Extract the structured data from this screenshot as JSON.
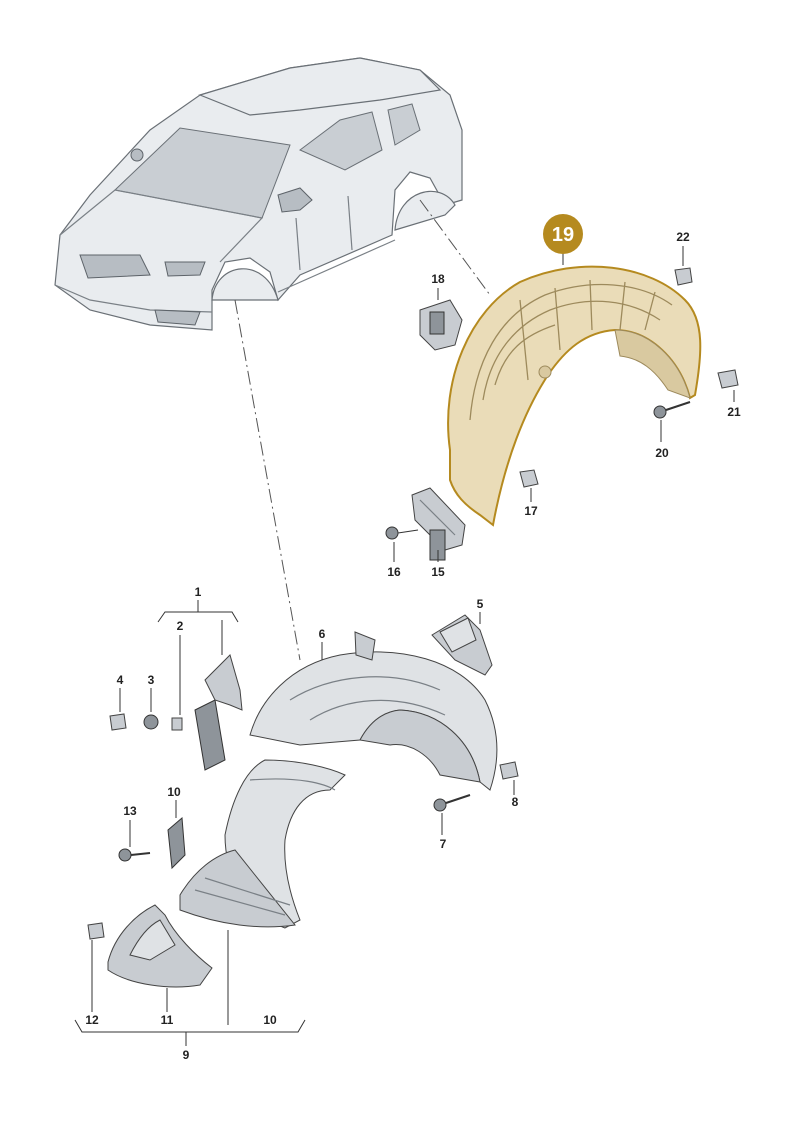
{
  "callouts": {
    "c1": "1",
    "c2": "2",
    "c3": "3",
    "c4": "4",
    "c5": "5",
    "c6": "6",
    "c7": "7",
    "c8": "8",
    "c9": "9",
    "c10a": "10",
    "c10b": "10",
    "c11": "11",
    "c12": "12",
    "c13": "13",
    "c15": "15",
    "c16": "16",
    "c17": "17",
    "c18": "18",
    "c19": "19",
    "c20": "20",
    "c21": "21",
    "c22": "22"
  },
  "colors": {
    "highlight_badge": "#b58a1f",
    "highlight_part": "#eadcb8",
    "part_grey": "#c8ccd1"
  },
  "highlighted_part": "19"
}
